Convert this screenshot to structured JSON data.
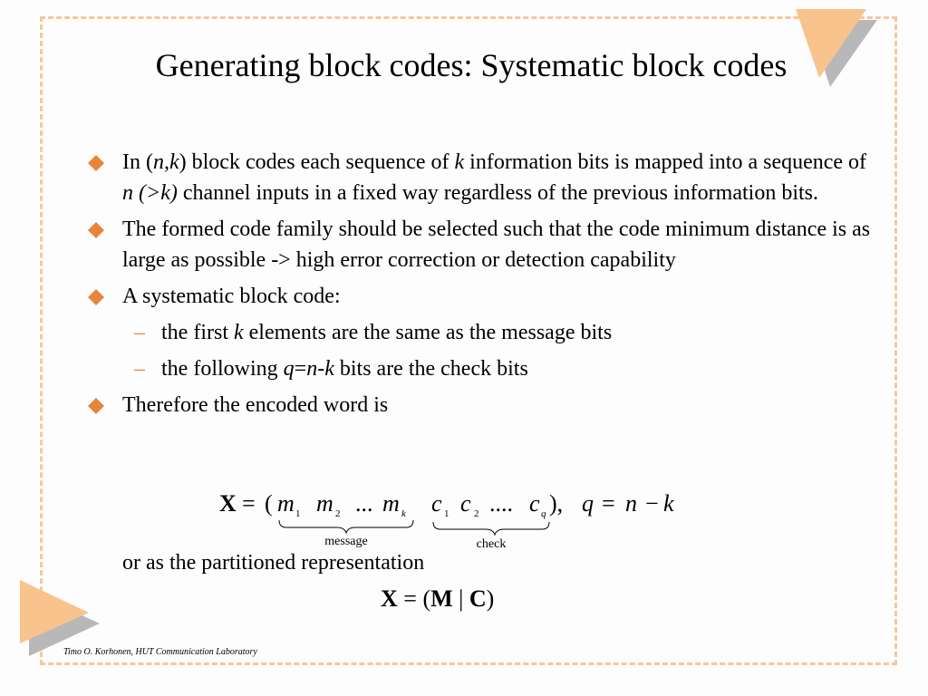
{
  "title": "Generating block codes: Systematic block codes",
  "bullets": [
    {
      "segments": [
        {
          "t": "In ("
        },
        {
          "t": "n,k",
          "i": true
        },
        {
          "t": ") block codes each sequence of "
        },
        {
          "t": "k",
          "i": true
        },
        {
          "t": " information bits is mapped into a sequence of "
        },
        {
          "t": "n (>k)",
          "i": true
        },
        {
          "t": " channel inputs in a fixed way regardless of the previous information bits."
        }
      ]
    },
    {
      "segments": [
        {
          "t": "The formed code family should be selected such that the code minimum distance is as large as possible -> high error correction or detection capability"
        }
      ]
    },
    {
      "segments": [
        {
          "t": "A systematic block code:"
        }
      ],
      "sub": [
        {
          "segments": [
            {
              "t": "the first "
            },
            {
              "t": "k",
              "i": true
            },
            {
              "t": " elements are the same as the message bits"
            }
          ]
        },
        {
          "segments": [
            {
              "t": "the following "
            },
            {
              "t": "q",
              "i": true
            },
            {
              "t": "="
            },
            {
              "t": "n-k",
              "i": true
            },
            {
              "t": " bits are the check bits"
            }
          ]
        }
      ]
    },
    {
      "segments": [
        {
          "t": "Therefore the encoded word is"
        }
      ]
    }
  ],
  "after_text": "or as the partitioned representation",
  "equation1": {
    "X": "X",
    "eq": "=",
    "open": "(",
    "m1": "m",
    "s1": "1",
    "m2": "m",
    "s2": "2",
    "dots1": "...",
    "mk": "m",
    "sk": "k",
    "c1": "c",
    "t1": "1",
    "c2": "c",
    "t2": "2",
    "dots2": "....",
    "cq": "c",
    "tq": "q",
    "close": "),",
    "q": "q",
    "eq2": "=",
    "n": "n",
    "minus": "−",
    "k": "k",
    "brace_message": "message",
    "brace_check": "check"
  },
  "equation2": {
    "X": "X",
    "eq": "=",
    "open": "(",
    "M": "M",
    "bar": "|",
    "C": "C",
    "close": ")"
  },
  "footer": "Timo O. Korhonen, HUT Communication Laboratory",
  "colors": {
    "accent": "#e8853a",
    "triangle": "#f9c38e",
    "shadow": "#b8b8b8",
    "frame": "#f7c79a"
  }
}
